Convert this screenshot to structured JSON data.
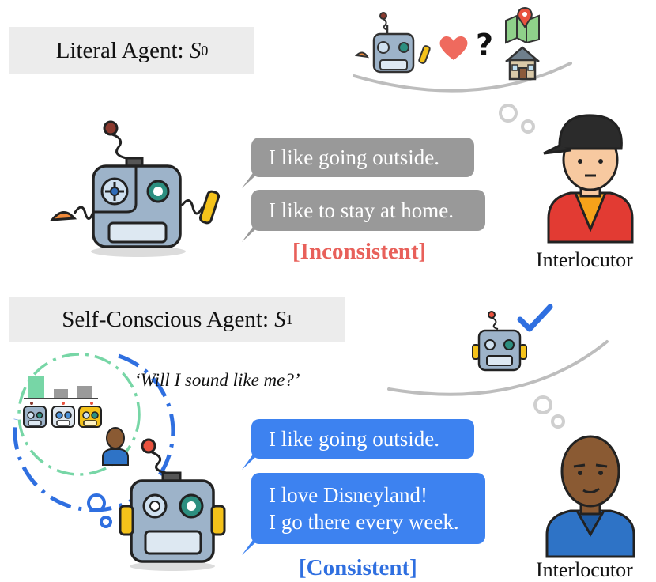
{
  "top": {
    "label_text": "Literal Agent: ",
    "label_var": "S",
    "label_sub": "0",
    "utterances": [
      "I like going outside.",
      "I like to stay at home."
    ],
    "verdict": "[Inconsistent]",
    "interlocutor": "Interlocutor",
    "verdict_color": "#e8605a"
  },
  "bottom": {
    "label_text": "Self-Conscious Agent: ",
    "label_var": "S",
    "label_sub": "1",
    "thought_quote": "‘Will I sound like me?’",
    "utterances": [
      "I like going outside.",
      "I love Disneyland!",
      "I go there every week."
    ],
    "verdict": "[Consistent]",
    "interlocutor": "Interlocutor",
    "verdict_color": "#2f6fe0"
  },
  "icons": [
    "robot-icon",
    "heart-icon",
    "question-mark-icon",
    "map-pin-icon",
    "house-icon",
    "checkmark-icon",
    "person-cap-icon",
    "person-bald-icon",
    "bar-chart-icon"
  ]
}
